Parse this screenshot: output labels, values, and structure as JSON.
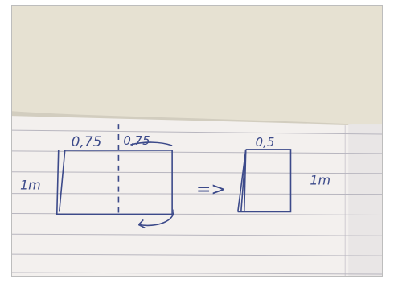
{
  "image": {
    "alt": "Photo of a lined paper sheet with a hand-drawn sketch",
    "colors": {
      "paper_back": "#e6e1d2",
      "paper_notebook": "#f3f0ee",
      "rule_line": "#b8b6bf",
      "ink": "#3c4a8a",
      "border": "#bdbdbd"
    },
    "sketch": {
      "left_top_label_a": "0,75",
      "left_top_label_b": "0,75",
      "left_side_label": "1m",
      "arrow": "=>",
      "right_top_label": "0,5",
      "right_side_label": "1m"
    }
  }
}
